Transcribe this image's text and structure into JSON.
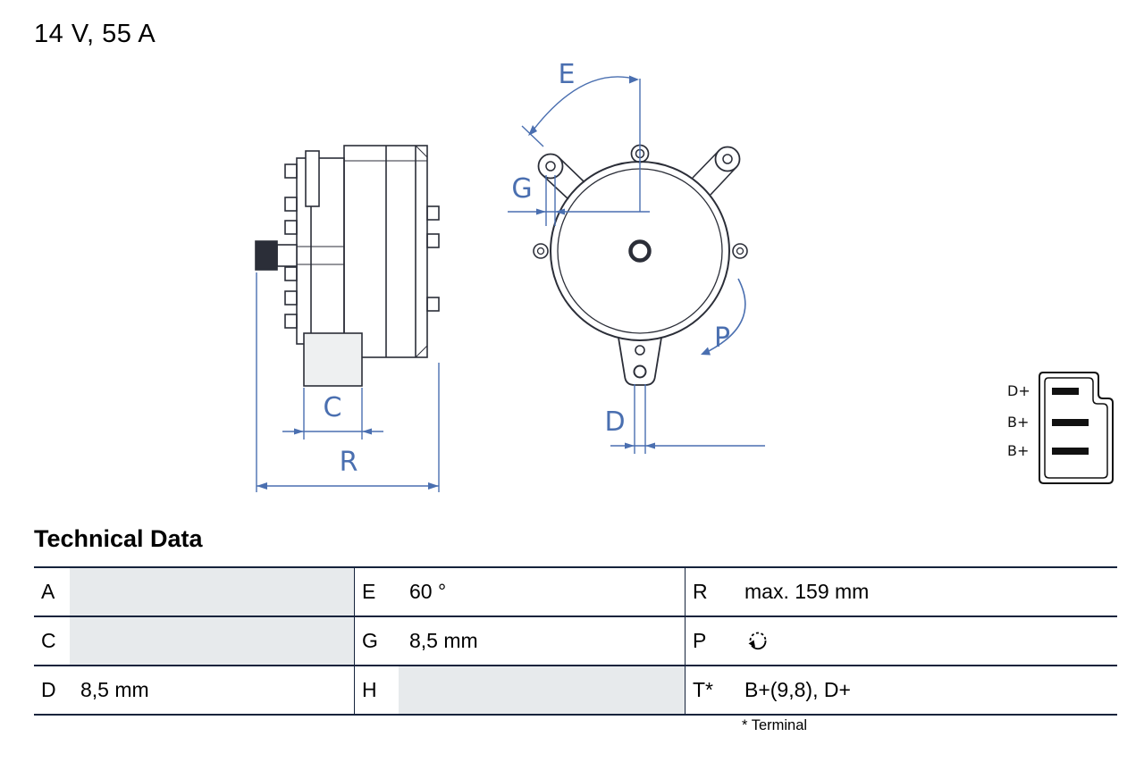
{
  "title": "14 V, 55 A",
  "colors": {
    "dimension_blue": "#4a6fb0",
    "drawing_line": "#2b2e38",
    "table_border": "#15233c",
    "shaded_cell": "#e7eaec"
  },
  "drawing": {
    "labels": {
      "C": "C",
      "R": "R",
      "E": "E",
      "G": "G",
      "D": "D",
      "P": "P"
    }
  },
  "connector": {
    "pins": [
      "D+",
      "B+",
      "B+"
    ]
  },
  "table": {
    "heading": "Technical Data",
    "rows": [
      [
        {
          "label": "A",
          "value": ""
        },
        {
          "label": "E",
          "value": "60 °"
        },
        {
          "label": "R",
          "value": "max. 159 mm"
        }
      ],
      [
        {
          "label": "C",
          "value": ""
        },
        {
          "label": "G",
          "value": "8,5 mm"
        },
        {
          "label": "P",
          "value": "",
          "icon": "rotation-direction-icon"
        }
      ],
      [
        {
          "label": "D",
          "value": "8,5 mm"
        },
        {
          "label": "H",
          "value": ""
        },
        {
          "label": "T*",
          "value": "B+(9,8), D+"
        }
      ]
    ],
    "footnote": "* Terminal"
  }
}
